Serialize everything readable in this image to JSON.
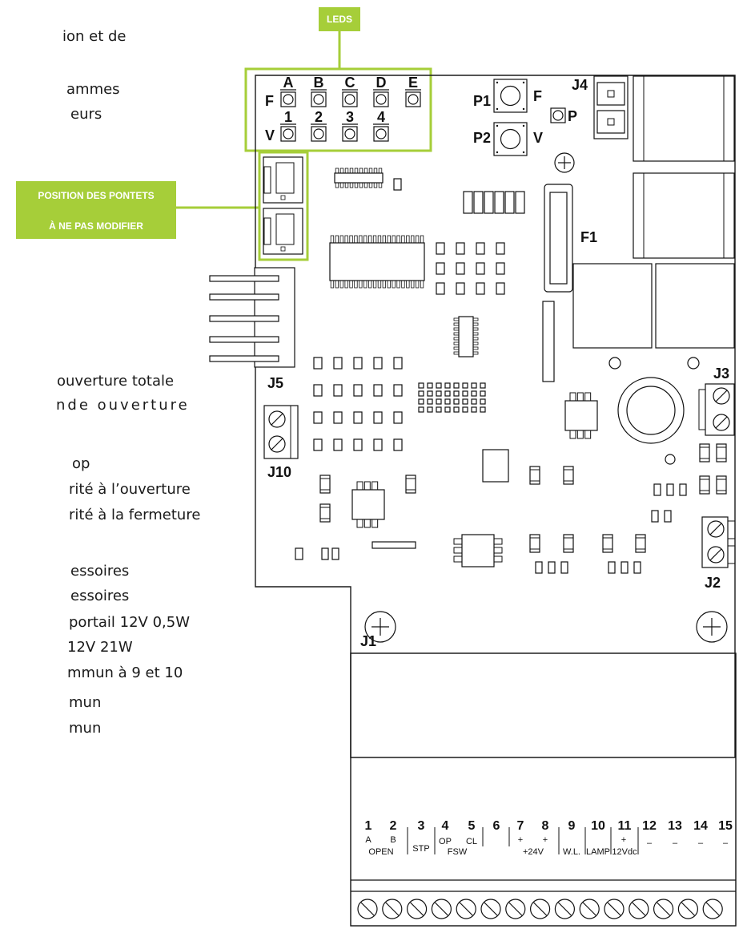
{
  "callouts": {
    "leds": "LEDS",
    "jumpers_line1": "POSITION DES PONTETS",
    "jumpers_line2": "À NE PAS MODIFIER"
  },
  "left_text_fragments": [
    "ion et de",
    "ammes",
    "eurs",
    "ouverture totale",
    "nde  ouverture",
    "op",
    "rité à l’ouverture",
    "rité à la fermeture",
    "essoires",
    "essoires",
    "portail 12V 0,5W",
    "12V  21W",
    "mmun à 9 et 10",
    "mun",
    "mun"
  ],
  "led_panel": {
    "top_row_prefix": "F",
    "top_row": [
      "A",
      "B",
      "C",
      "D",
      "E"
    ],
    "bottom_row_prefix": "V",
    "bottom_row": [
      "1",
      "2",
      "3",
      "4"
    ]
  },
  "buttons": {
    "p1": "P1",
    "p1_suffix": "F",
    "p2": "P2",
    "p2_suffix": "V",
    "p": "P"
  },
  "connectors": {
    "j1": "J1",
    "j2": "J2",
    "j3": "J3",
    "j4": "J4",
    "j5": "J5",
    "j10": "J10",
    "f1": "F1"
  },
  "terminal_block": {
    "numbers": [
      "1",
      "2",
      "3",
      "4",
      "5",
      "6",
      "7",
      "8",
      "9",
      "10",
      "11",
      "12",
      "13",
      "14",
      "15"
    ],
    "sublabels": {
      "t1": "A",
      "t2": "B",
      "open": "OPEN",
      "stp": "STP",
      "op": "OP",
      "cl": "CL",
      "fsw": "FSW",
      "plus7": "+",
      "plus8": "+",
      "v24": "+24V",
      "wl": "W.L.",
      "lamp": "LAMP",
      "plus11": "+",
      "v12": "12Vdc",
      "m12": "–",
      "m13": "–",
      "m14": "–",
      "m15": "–"
    }
  },
  "colors": {
    "accent_green": "#a6ce39",
    "line": "#1a1a1a"
  }
}
